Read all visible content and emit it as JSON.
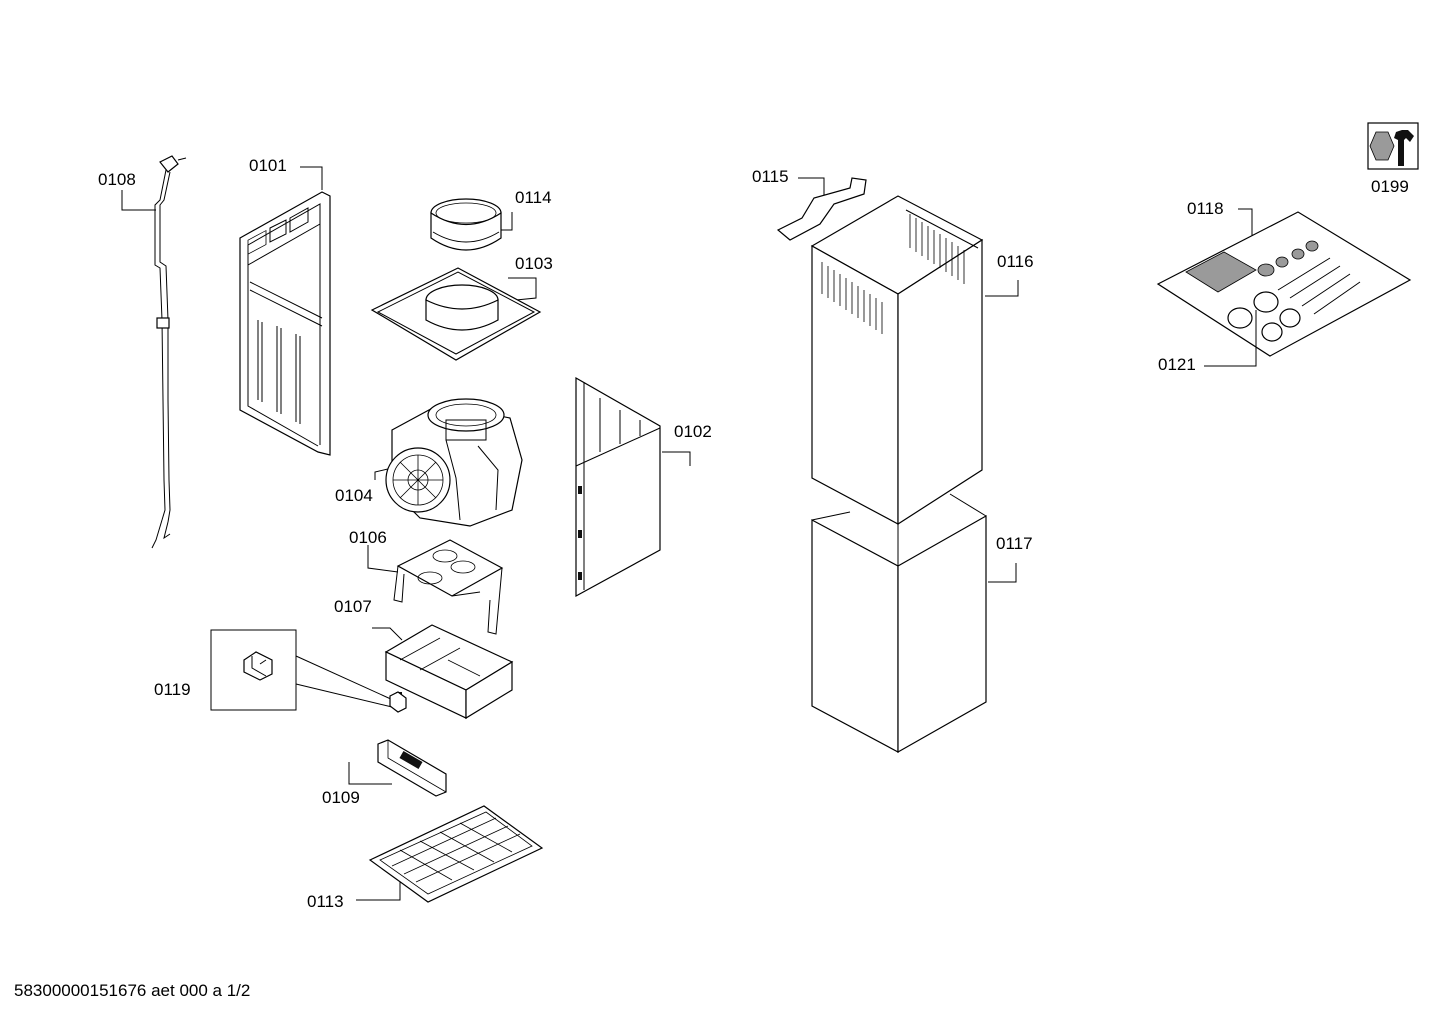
{
  "diagram": {
    "labels": {
      "p0101": "0101",
      "p0102": "0102",
      "p0103": "0103",
      "p0104": "0104",
      "p0106": "0106",
      "p0107": "0107",
      "p0108": "0108",
      "p0109": "0109",
      "p0113": "0113",
      "p0114": "0114",
      "p0115": "0115",
      "p0116": "0116",
      "p0117": "0117",
      "p0118": "0118",
      "p0119": "0119",
      "p0121": "0121",
      "p0199": "0199"
    },
    "footer": "58300000151676 aet 000 a 1/2",
    "icons": {
      "tool": "wrench-nut-icon"
    }
  }
}
